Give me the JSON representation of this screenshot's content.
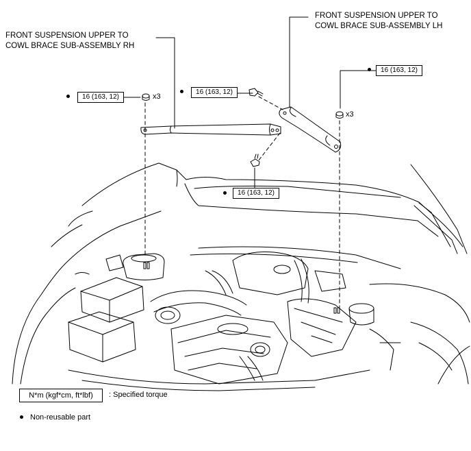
{
  "labels": {
    "rh_line1": "FRONT SUSPENSION UPPER TO",
    "rh_line2": "COWL BRACE SUB-ASSEMBLY RH",
    "lh_line1": "FRONT SUSPENSION UPPER TO",
    "lh_line2": "COWL BRACE SUB-ASSEMBLY LH"
  },
  "torque": {
    "nut_rh": "16 (163, 12)",
    "bolt_top": "16 (163, 12)",
    "nut_lh": "16 (163, 12)",
    "bolt_bottom": "16 (163, 12)"
  },
  "quantity": {
    "rh": "x3",
    "lh": "x3"
  },
  "legend": {
    "torque_box": "N*m (kgf*cm, ft*lbf)",
    "torque_desc": ": Specified torque",
    "nonreusable_desc": "Non-reusable part"
  },
  "colors": {
    "line": "#000000",
    "background": "#ffffff"
  }
}
